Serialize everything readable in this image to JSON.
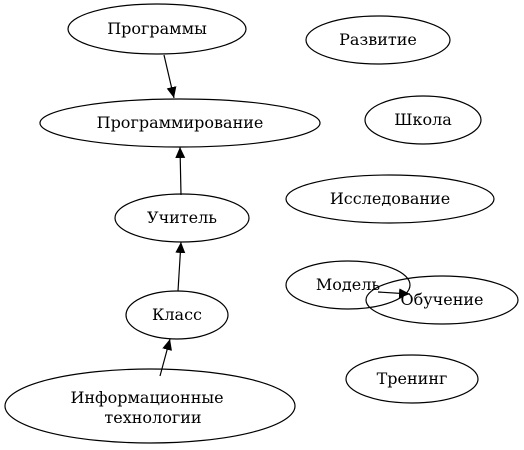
{
  "graph": {
    "stroke_color": "#000000",
    "fill_color": "#ffffff",
    "nodes": {
      "programmy": {
        "lines": [
          "Программы"
        ]
      },
      "razvitie": {
        "lines": [
          "Развитие"
        ]
      },
      "programmirovanie": {
        "lines": [
          "Программирование"
        ]
      },
      "shkola": {
        "lines": [
          "Школа"
        ]
      },
      "issledovanie": {
        "lines": [
          "Исследование"
        ]
      },
      "uchitel": {
        "lines": [
          "Учитель"
        ]
      },
      "model": {
        "lines": [
          "Модель"
        ]
      },
      "obuchenie": {
        "lines": [
          "Обучение"
        ]
      },
      "klass": {
        "lines": [
          "Класс"
        ]
      },
      "trening": {
        "lines": [
          "Тренинг"
        ]
      },
      "informacionnye": {
        "lines": [
          "Информационные",
          "технологии"
        ]
      }
    },
    "edges": [
      {
        "from": "programmy",
        "to": "programmirovanie"
      },
      {
        "from": "uchitel",
        "to": "programmirovanie"
      },
      {
        "from": "klass",
        "to": "uchitel"
      },
      {
        "from": "informacionnye",
        "to": "klass"
      },
      {
        "from": "model",
        "to": "obuchenie"
      }
    ]
  }
}
